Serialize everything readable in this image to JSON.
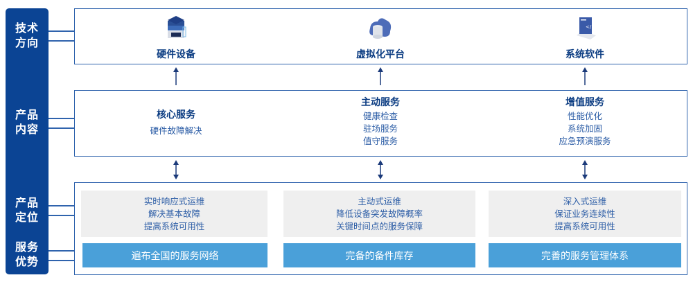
{
  "sidebar": [
    "技术\n方向",
    "产品\n内容",
    "产品\n定位",
    "服务\n优势"
  ],
  "tech": [
    {
      "label": "硬件设备",
      "icon": "server-stack-icon"
    },
    {
      "label": "虚拟化平台",
      "icon": "cloud-database-icon"
    },
    {
      "label": "系统软件",
      "icon": "software-icon"
    }
  ],
  "content": [
    {
      "title": "核心服务",
      "items": [
        "硬件故障解决"
      ]
    },
    {
      "title": "主动服务",
      "items": [
        "健康检查",
        "驻场服务",
        "值守服务"
      ]
    },
    {
      "title": "增值服务",
      "items": [
        "性能优化",
        "系统加固",
        "应急预演服务"
      ]
    }
  ],
  "positioning": [
    [
      "实时响应式运维",
      "解决基本故障",
      "提高系统可用性"
    ],
    [
      "主动式运维",
      "降低设备突发故障概率",
      "关键时间点的服务保障"
    ],
    [
      "深入式运维",
      "保证业务连续性",
      "提高系统可用性"
    ]
  ],
  "advantages": [
    "遍布全国的服务网络",
    "完备的备件库存",
    "完善的服务管理体系"
  ],
  "colors": {
    "sidebar": "#0b4494",
    "bar": "#4aa0d9",
    "panel": "#efefef"
  }
}
